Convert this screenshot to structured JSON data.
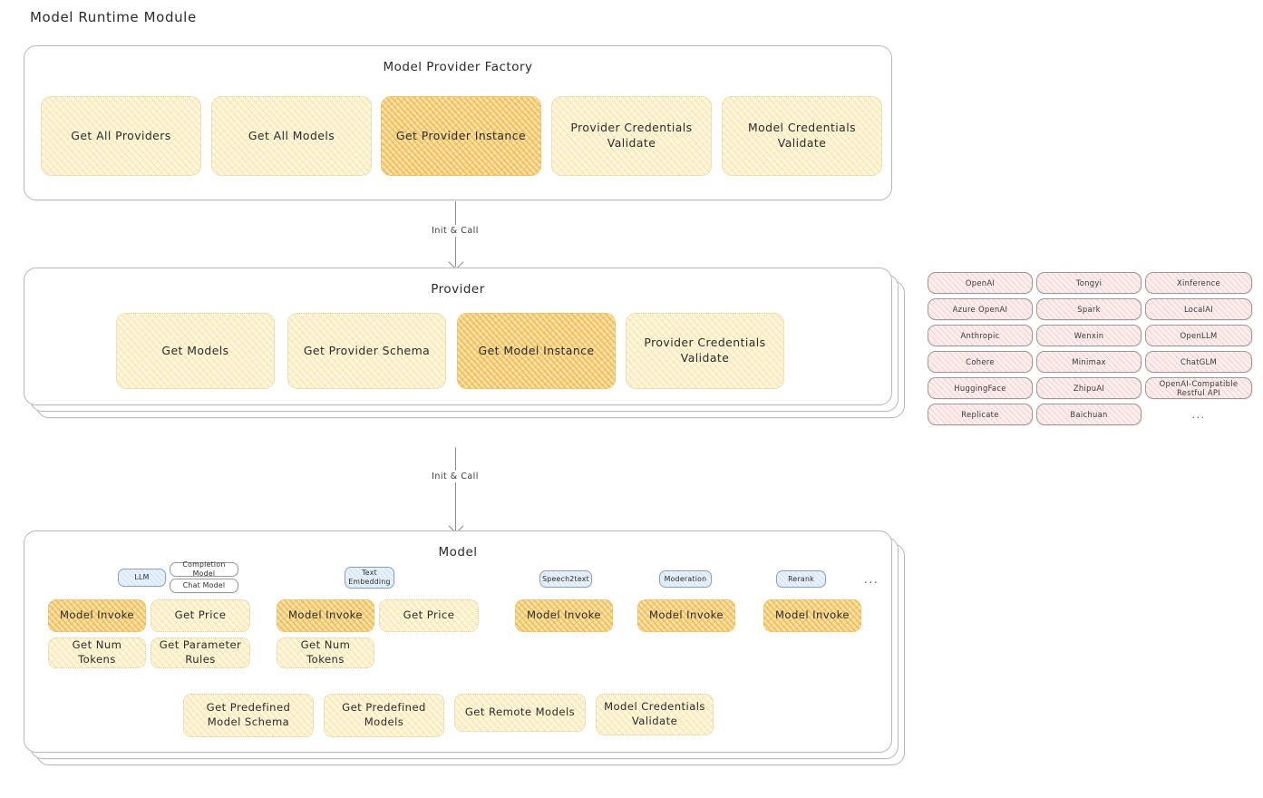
{
  "page": {
    "title": "Model Runtime Module"
  },
  "factory": {
    "title": "Model Provider Factory",
    "nodes": [
      {
        "label": "Get All Providers",
        "emphasis": false
      },
      {
        "label": "Get All Models",
        "emphasis": false
      },
      {
        "label": "Get Provider Instance",
        "emphasis": true
      },
      {
        "label": "Provider Credentials Validate",
        "emphasis": false
      },
      {
        "label": "Model Credentials Validate",
        "emphasis": false
      }
    ]
  },
  "arrow_top": {
    "label": "Init & Call"
  },
  "provider": {
    "title": "Provider",
    "nodes": [
      {
        "label": "Get Models",
        "emphasis": false
      },
      {
        "label": "Get Provider Schema",
        "emphasis": false
      },
      {
        "label": "Get Model Instance",
        "emphasis": true
      },
      {
        "label": "Provider Credentials Validate",
        "emphasis": false
      }
    ]
  },
  "arrow_bottom": {
    "label": "Init & Call"
  },
  "provider_list": {
    "columns": [
      [
        "OpenAI",
        "Azure OpenAI",
        "Anthropic",
        "Cohere",
        "HuggingFace",
        "Replicate"
      ],
      [
        "Tongyi",
        "Spark",
        "Wenxin",
        "Minimax",
        "ZhipuAI",
        "Baichuan"
      ],
      [
        "Xinference",
        "LocalAI",
        "OpenLLM",
        "ChatGLM",
        "OpenAI-Compatible Restful API"
      ]
    ],
    "more": "..."
  },
  "model": {
    "title": "Model",
    "more": "...",
    "types": [
      {
        "name": "LLM",
        "subtypes": [
          "Completion Model",
          "Chat Model"
        ]
      },
      {
        "name": "Text Embedding",
        "subtypes": []
      },
      {
        "name": "Speech2text",
        "subtypes": []
      },
      {
        "name": "Moderation",
        "subtypes": []
      },
      {
        "name": "Rerank",
        "subtypes": []
      }
    ],
    "ops": {
      "llm": [
        {
          "label": "Model Invoke",
          "emphasis": true
        },
        {
          "label": "Get Price",
          "emphasis": false
        },
        {
          "label": "Get Num Tokens",
          "emphasis": false
        },
        {
          "label": "Get Parameter Rules",
          "emphasis": false
        }
      ],
      "text_embedding": [
        {
          "label": "Model Invoke",
          "emphasis": true
        },
        {
          "label": "Get Price",
          "emphasis": false
        },
        {
          "label": "Get Num Tokens",
          "emphasis": false
        }
      ],
      "speech2text": [
        {
          "label": "Model Invoke",
          "emphasis": true
        }
      ],
      "moderation": [
        {
          "label": "Model Invoke",
          "emphasis": true
        }
      ],
      "rerank": [
        {
          "label": "Model Invoke",
          "emphasis": true
        }
      ]
    },
    "common": [
      {
        "label": "Get Predefined Model Schema",
        "emphasis": false
      },
      {
        "label": "Get Predefined Models",
        "emphasis": false
      },
      {
        "label": "Get Remote Models",
        "emphasis": false
      },
      {
        "label": "Model Credentials Validate",
        "emphasis": false
      }
    ]
  },
  "colors": {
    "node_light_fill": "#fdf6df",
    "node_deep_fill": "#fae3ad",
    "chip_fill": "#fdeeee",
    "type_chip_fill": "#e7f1fb",
    "border": "#b9b9b9"
  }
}
